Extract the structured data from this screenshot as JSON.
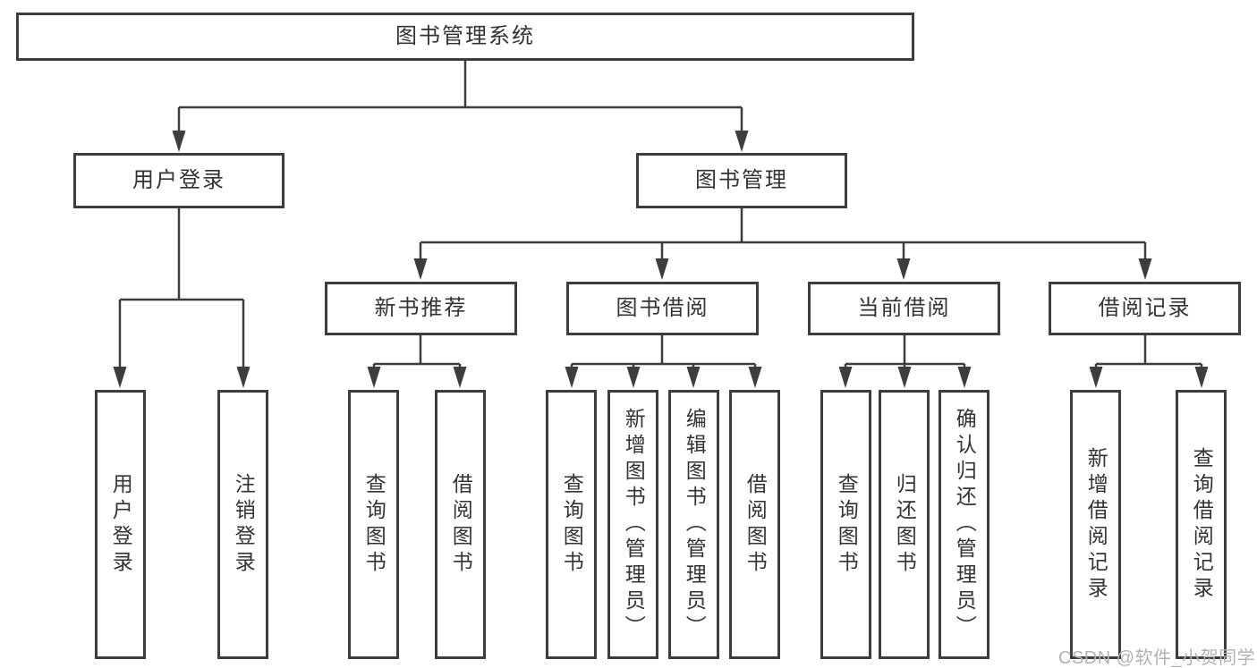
{
  "diagram": {
    "kind": "hierarchy-tree",
    "tree": {
      "label": "图书管理系统",
      "children": [
        {
          "label": "用户登录",
          "children": [
            {
              "label": "用户登录"
            },
            {
              "label": "注销登录"
            }
          ]
        },
        {
          "label": "图书管理",
          "children": [
            {
              "label": "新书推荐",
              "children": [
                {
                  "label": "查询图书"
                },
                {
                  "label": "借阅图书"
                }
              ]
            },
            {
              "label": "图书借阅",
              "children": [
                {
                  "label": "查询图书"
                },
                {
                  "label": "新增图书（管理员）"
                },
                {
                  "label": "编辑图书（管理员）"
                },
                {
                  "label": "借阅图书"
                }
              ]
            },
            {
              "label": "当前借阅",
              "children": [
                {
                  "label": "查询图书"
                },
                {
                  "label": "归还图书"
                },
                {
                  "label": "确认归还（管理员）"
                }
              ]
            },
            {
              "label": "借阅记录",
              "children": [
                {
                  "label": "新增借阅记录"
                },
                {
                  "label": "查询借阅记录"
                }
              ]
            }
          ]
        }
      ]
    }
  },
  "watermark": {
    "text": "CSDN @软件_小贺同学"
  },
  "colors": {
    "line": "#3d3d3d",
    "box_border": "#3d3d3d",
    "box_fill": "#ffffff",
    "text": "#333333",
    "watermark": "#b2b2b2",
    "background": "#ffffff"
  }
}
